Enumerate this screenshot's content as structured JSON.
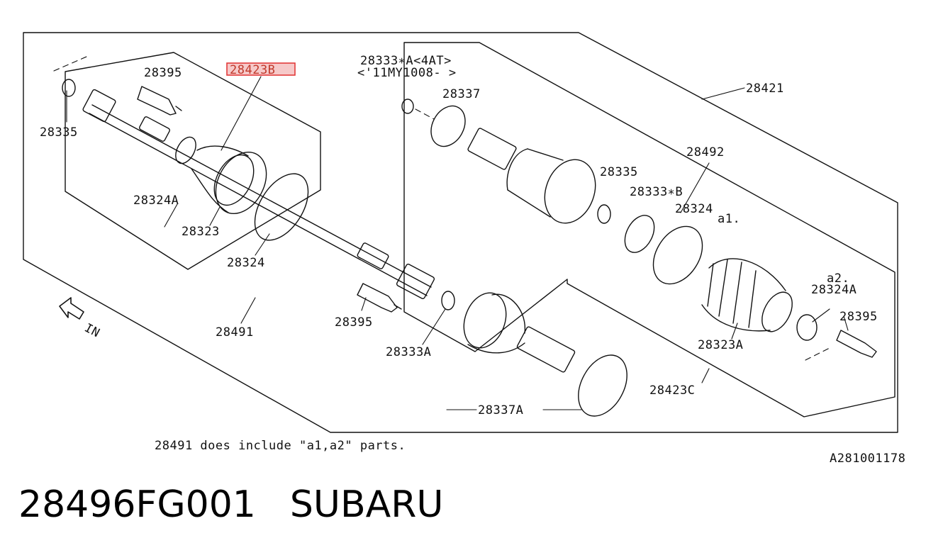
{
  "diagram": {
    "labels": {
      "p28395_top": "28395",
      "p28423B": "28423B",
      "p28333A_4AT": "28333∗A<4AT>",
      "p11MY": "<'11MY1008- >",
      "p28337": "28337",
      "p28421": "28421",
      "p28335_left": "28335",
      "p28492": "28492",
      "p28335_mid": "28335",
      "p28333B": "28333∗B",
      "p28324_right": "28324",
      "a1": "a1.",
      "p28324A_left": "28324A",
      "p28323": "28323",
      "p28324_mid": "28324",
      "a2": "a2.",
      "p28324A_right": "28324A",
      "p28395_right": "28395",
      "p28491": "28491",
      "p28395_mid": "28395",
      "p28333A": "28333A",
      "p28323A": "28323A",
      "p28423C": "28423C",
      "p28337A": "28337A",
      "in": "IN"
    },
    "note": "28491 does include \"a1,a2\" parts.",
    "code": "A281001178",
    "highlight_color": "#e23b3b"
  },
  "footer": {
    "part_number": "28496FG001",
    "brand": "SUBARU"
  }
}
